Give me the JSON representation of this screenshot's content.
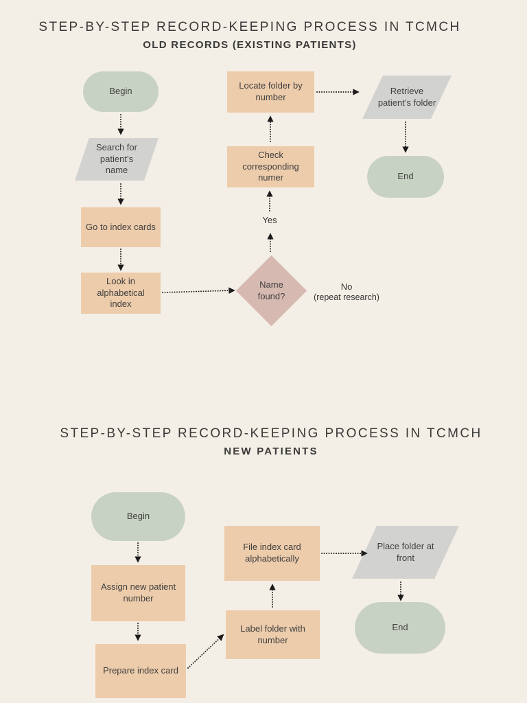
{
  "colors": {
    "bg": "#f4efe6",
    "ink": "#3f3f3f",
    "title": "#3a3a3a",
    "arrow": "#1c1c1c",
    "terminal": "#c8d2c4",
    "process": "#edccab",
    "io": "#d2d3d1",
    "decision": "#d6bab1"
  },
  "old_records": {
    "title": "STEP-BY-STEP RECORD-KEEPING PROCESS IN TCMCH",
    "subtitle": "OLD RECORDS (EXISTING PATIENTS)",
    "begin": "Begin",
    "search_name": "Search for patient’s name",
    "go_to_index": "Go to index cards",
    "look_alphabetical": "Look in alphabetical index",
    "decision": "Name found?",
    "yes_label": "Yes",
    "no_label": "No",
    "no_note": "(repeat research)",
    "check_number": "Check corresponding numer",
    "locate_folder": "Locate folder by number",
    "retrieve_folder": "Retrieve patient’s folder",
    "end": "End"
  },
  "new_patients": {
    "title": "STEP-BY-STEP RECORD-KEEPING PROCESS IN TCMCH",
    "subtitle": "NEW PATIENTS",
    "begin": "Begin",
    "assign_number": "Assign new patient number",
    "prepare_card": "Prepare index card",
    "label_folder": "Label folder with number",
    "file_card": "File index card alphabetically",
    "place_folder": "Place folder at front",
    "end": "End"
  }
}
